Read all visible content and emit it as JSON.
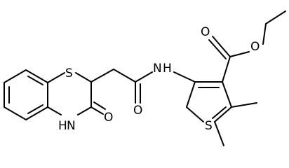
{
  "molecule": {
    "atom_labels": {
      "benzothiazine_s": "S",
      "benzothiazine_nh": "H",
      "benzothiazine_n": "N",
      "lactam_o": "O",
      "amide_o": "O",
      "amide_n": "N",
      "amide_h": "H",
      "ester_o_carbonyl": "O",
      "ester_o_ether": "O",
      "thiophene_s": "S"
    }
  }
}
